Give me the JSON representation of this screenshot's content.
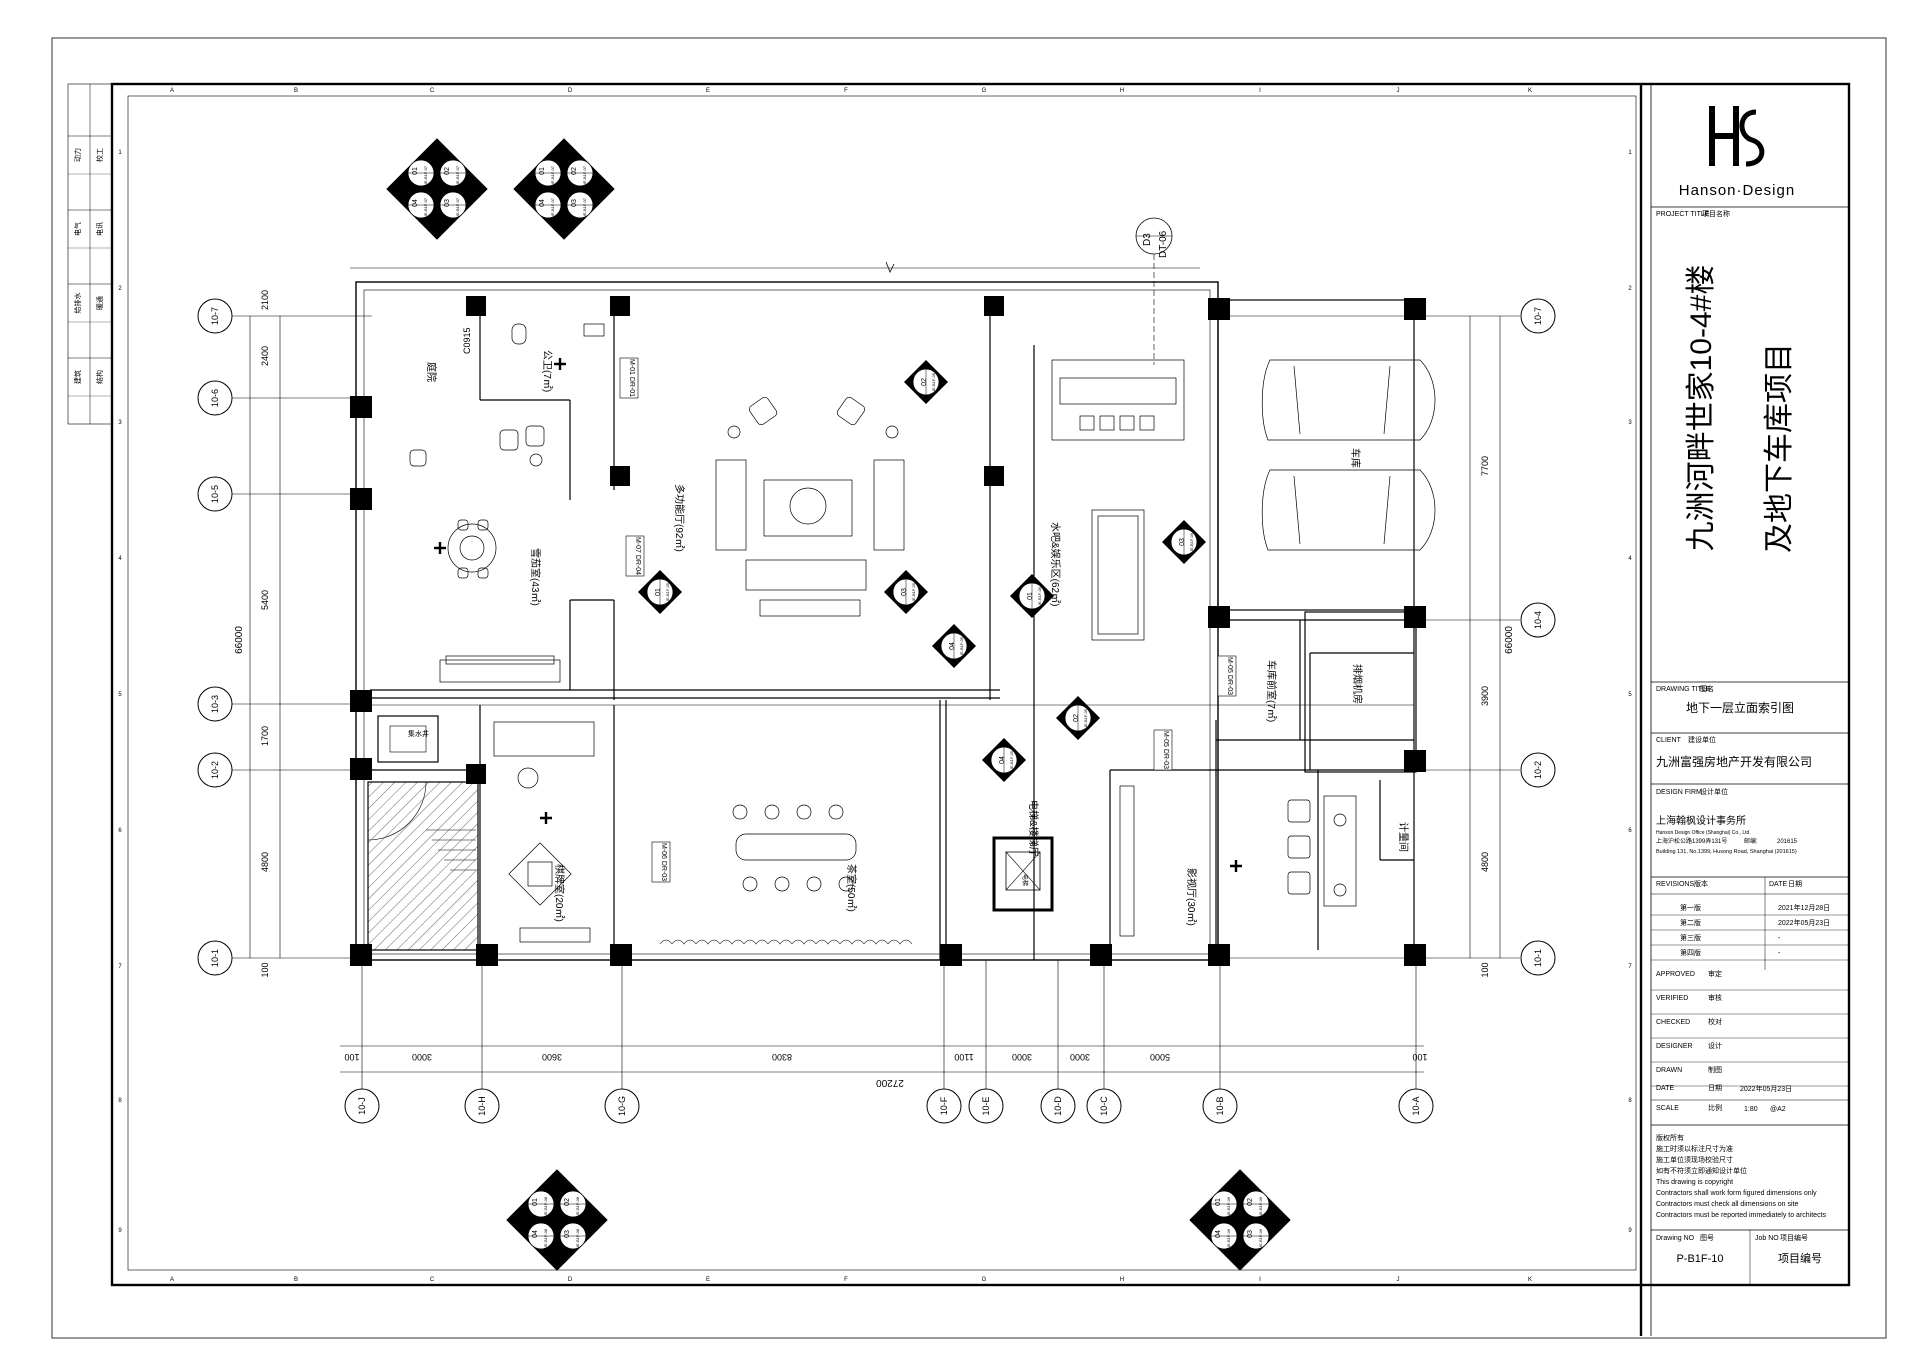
{
  "firm": {
    "logo_text": "Hanson·Design",
    "name_cn": "上海翰枫设计事务所",
    "name_en": "Hanson Design Office (Shanghai) Co., Ltd.",
    "address_cn": "上海沪松公路1399弄131号",
    "postcode_label": "邮编:",
    "postcode": "201615",
    "address_en": "Building 131, No.1399, Husong Road, Shanghai (201615)"
  },
  "title_block": {
    "project_title_label": "PROJECT TITLE",
    "project_title_label_cn": "项目名称",
    "project_name_line1": "九洲河畔世家10-4#楼",
    "project_name_line2": "及地下车库项目",
    "drawing_title_label": "DRAWING TITLE",
    "drawing_title_label_cn": "图名",
    "drawing_title": "地下一层立面索引图",
    "client_label": "CLIENT",
    "client_label_cn": "建设单位",
    "client": "九洲富强房地产开发有限公司",
    "design_firm_label": "DESIGN FIRM",
    "design_firm_label_cn": "设计单位",
    "revisions_label": "REVISIONS",
    "revisions_label_cn": "版本",
    "date_label": "DATE",
    "date_label_cn": "日期",
    "revisions": [
      {
        "name": "第一版",
        "date": "2021年12月28日"
      },
      {
        "name": "第二版",
        "date": "2022年05月23日"
      },
      {
        "name": "第三版",
        "date": "-"
      },
      {
        "name": "第四版",
        "date": "-"
      }
    ],
    "approved_label": "APPROVED",
    "approved_cn": "审定",
    "verified_label": "VERIFIED",
    "verified_cn": "审核",
    "checked_label": "CHECKED",
    "checked_cn": "校对",
    "designer_label": "DESIGNER",
    "designer_cn": "设计",
    "drawn_label": "DRAWN",
    "drawn_cn": "制图",
    "date2_label": "DATE",
    "date2_cn": "日期",
    "date2_value": "2022年05月23日",
    "scale_label": "SCALE",
    "scale_cn": "比例",
    "scale_value": "1:80",
    "paper_size": "@A2",
    "notes": [
      "版权所有",
      "施工时须以标注尺寸为准",
      "施工单位须现场校验尺寸",
      "如有不符须立即通知设计单位",
      "This drawing is copyright",
      "Contractors shall work form figured dimensions only",
      "Contractors must check all dimensions on site",
      "Contractors must be reported immediately to architects"
    ],
    "drawing_no_label": "Drawing NO",
    "drawing_no_cn": "图号",
    "drawing_no": "P-B1F-10",
    "job_no_label": "Job NO",
    "job_no_cn": "项目编号",
    "job_no": "项目编号"
  },
  "stamp_column": {
    "rows": [
      {
        "a": "动力",
        "b": "校工"
      },
      {
        "a": "电气",
        "b": "电讯"
      },
      {
        "a": "给排水",
        "b": "暖通"
      },
      {
        "a": "建筑",
        "b": "结构"
      }
    ]
  },
  "plan": {
    "rooms": [
      {
        "name": "庭院"
      },
      {
        "name": "公卫(7㎡)"
      },
      {
        "name": "雪茄室(43㎡)"
      },
      {
        "name": "多功能厅(92㎡)"
      },
      {
        "name": "水吧&娱乐区(62㎡)"
      },
      {
        "name": "车库"
      },
      {
        "name": "车库前室(7㎡)"
      },
      {
        "name": "排烟机房"
      },
      {
        "name": "集水井"
      },
      {
        "name": "棋牌室(20㎡)"
      },
      {
        "name": "茶室(50㎡)"
      },
      {
        "name": "电梯&楼梯厅"
      },
      {
        "name": "影视厅(30㎡)"
      },
      {
        "name": "计量间"
      }
    ],
    "window_tag": "C0915",
    "door_tags": [
      "M-01 DR-01",
      "M-07 DR-04",
      "M-05 DR-03",
      "M-05 DR-03",
      "M-06 DR-03"
    ],
    "elevator_label": "电梯",
    "grid_rows": [
      "10-7",
      "10-6",
      "10-5",
      "10-3",
      "10-2",
      "10-1",
      "10-4"
    ],
    "grid_cols": [
      "10-J",
      "10-H",
      "10-G",
      "10-F",
      "10-E",
      "10-D",
      "10-C",
      "10-B",
      "10-A"
    ],
    "dims_left": [
      "2100",
      "2400",
      "5400",
      "1700",
      "4800",
      "100"
    ],
    "dims_left_total": "66000",
    "dims_right": [
      "7700",
      "3900",
      "4800",
      "100"
    ],
    "dims_right_total": "66000",
    "dims_bottom": [
      "100",
      "3000",
      "3600",
      "8300",
      "1100",
      "3000",
      "3000",
      "5000",
      "100"
    ],
    "dims_bottom_total": "27200",
    "section_tag_top": "D3",
    "section_tag_bottom": "DT-06",
    "index_sheet": "IE-B1F-07",
    "index_sheet_alt": "IE-B1F-08",
    "index_sheet_alt2": "IE-B1F-09",
    "index_sheet_alt3": "IE-B1F-05",
    "index_numbers": [
      "01",
      "02",
      "03",
      "04"
    ],
    "frame_letters": [
      "A",
      "B",
      "C",
      "D",
      "E",
      "F",
      "G",
      "H",
      "I",
      "J",
      "K"
    ],
    "frame_numbers": [
      "1",
      "2",
      "3",
      "4",
      "5",
      "6",
      "7",
      "8",
      "9"
    ]
  }
}
